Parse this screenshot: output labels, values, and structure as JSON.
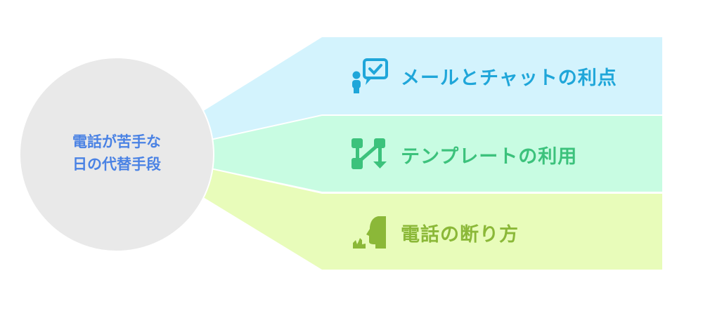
{
  "center": {
    "line1": "電話が苦手な",
    "line2": "日の代替手段"
  },
  "items": [
    {
      "label": "メールとチャットの利点",
      "icon": "person-chat-check-icon",
      "color": "#1fa6d9",
      "bg": "#d3f3fd"
    },
    {
      "label": "テンプレートの利用",
      "icon": "flow-nodes-icon",
      "color": "#3cc27c",
      "bg": "#c8fce2"
    },
    {
      "label": "電話の断り方",
      "icon": "speaking-head-icon",
      "color": "#8bb838",
      "bg": "#e8fcba"
    }
  ],
  "colors": {
    "circle": "#e9e9e9",
    "center_text": "#4a82e4"
  }
}
